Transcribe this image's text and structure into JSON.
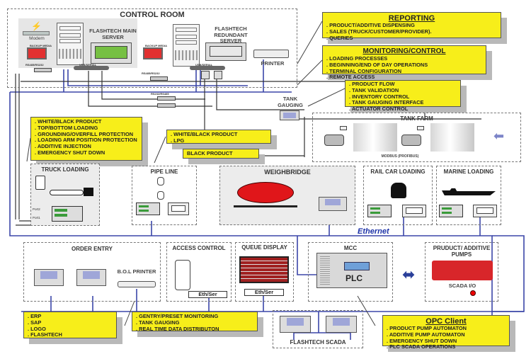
{
  "control_room": {
    "title": "CONTROL ROOM",
    "main_server": "FLASHTECH MAIN SERVER",
    "redundant_server": "FLASHTECH REDUNDANT SERVER",
    "modem": "Modem",
    "printer": "PRINTER",
    "serial_label_1": "RS485/RS232",
    "serial_label_2": "RS485/RS232",
    "serial_label_3": "RS232/RS485",
    "usb_serial_1": "USB/SERIAL",
    "usb_serial_2": "USB/SERIAL",
    "backup_1": "BACKUP MEDIA",
    "backup_2": "BACKUP MEDIA"
  },
  "notes": {
    "reporting": {
      "title": "REPORTING",
      "items": [
        "PRODUCT/ADDITIVE DISPENSING",
        "SALES (TRUCK/CUSTOMER/PROVIDER).",
        "QUERIES"
      ]
    },
    "monitoring": {
      "title": "MONITORING/CONTROL",
      "items": [
        "LOADING PROCESSES",
        "BEGINNING/END OF DAY OPERATIONS",
        "TERMINAL CONFIGURATION",
        "REMOTE ACCESS"
      ]
    },
    "tank": {
      "items": [
        "PRODUCT FLOW",
        "TANK VALIDATION",
        "INVENTORY CONTROL",
        "TANK GAUGING INTERFACE",
        "ACTUATOR CONTROL"
      ]
    },
    "truck": {
      "items": [
        "WHITE/BLACK PRODUCT",
        "TOP/BOTTOM LOADING",
        "GROUNDING/OVERFILL PROTECTION",
        "LOADING ARM POSITION PROTECTION",
        "ADDITIVE INJECTION",
        "EMERGENCY SHUT DOWN"
      ]
    },
    "pipeline": {
      "items": [
        "WHITE/BLACK PRODUCT",
        "LPG"
      ]
    },
    "black": {
      "items": [
        "BLACK PRODUCT"
      ]
    },
    "erp": {
      "items": [
        "ERP",
        "SAP",
        "LOGO",
        "FLASHTECH"
      ]
    },
    "gentry": {
      "items": [
        "GENTRY/PRESET MONITORING",
        "TANK GAUGING",
        "REAL TIME DATA DISTRIBUTON"
      ]
    },
    "opc": {
      "title": "OPC Client",
      "items": [
        "PRODUCT PUMP AUTOMATON",
        "ADDITIVE PUMP AUTOMATON",
        "EMERGENCY SHUT DOWN",
        "PLC SCADA OPERATIONS"
      ]
    }
  },
  "zones": {
    "tank_gauging": "TANK GAUGING",
    "tank_farm": "TANK FARM",
    "modbus": "MODBUS (PROFIBUS)",
    "truck_loading": "TRUCK LOADING",
    "port2": "Port2",
    "port1": "Port1",
    "pipe_line": "PIPE LINE",
    "weighbridge": "WEIGHBRIDGE",
    "rail_car": "RAIL CAR LOADING",
    "marine": "MARINE LOADING",
    "ethernet": "Ethernet",
    "order_entry": "ORDER ENTRY",
    "bol_printer": "B.O.L PRINTER",
    "access_control": "ACCESS CONTROL",
    "queue_display": "QUEUE DISPLAY",
    "eth_ser_1": "Eth/Ser",
    "eth_ser_2": "Eth/Ser",
    "mcc": "MCC",
    "plc": "PLC",
    "pumps": "PRUDUCT/ ADDITIVE PUMPS",
    "scada_io": "SCADA I/O",
    "flashtech_scada": "FLASHTECH SCADA"
  },
  "colors": {
    "note_yellow": "#f7ee1a",
    "ethernet_blue": "#3240a0",
    "tank_red": "#e0161a",
    "arrow_blue": "#2a3f9a"
  }
}
